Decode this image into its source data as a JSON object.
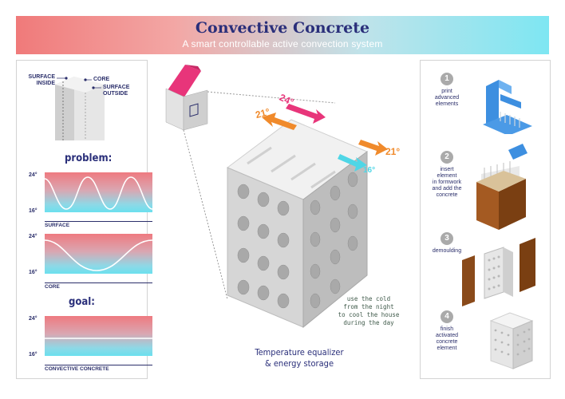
{
  "header": {
    "title": "Convective Concrete",
    "subtitle": "A smart controllable active convection system"
  },
  "left_panel": {
    "wall_labels": {
      "surface_inside": "SURFACE\nINSIDE",
      "core": "CORE",
      "surface_outside": "SURFACE\nOUTSIDE"
    },
    "problem_heading": "problem:",
    "goal_heading": "goal:",
    "graphs": [
      {
        "top_tick": "24°",
        "bottom_tick": "16°",
        "caption": "SURFACE"
      },
      {
        "top_tick": "24°",
        "bottom_tick": "16°",
        "caption": "CORE"
      },
      {
        "top_tick": "24°",
        "bottom_tick": "16°",
        "caption": "CONVECTIVE CONCRETE"
      }
    ]
  },
  "center": {
    "temps": {
      "t24": "24°",
      "t21_left": "21°",
      "t21_right": "21°",
      "t16": "16°"
    },
    "note": "use the cold\nfrom the night\nto cool the house\nduring the day",
    "caption_line1": "Temperature equalizer",
    "caption_line2": "& energy storage"
  },
  "right_panel": {
    "steps": [
      {
        "num": "1",
        "text": "print\nadvanced\nelements"
      },
      {
        "num": "2",
        "text": "insert\nelement\nin formwork\nand add the\nconcrete"
      },
      {
        "num": "3",
        "text": "demoulding"
      },
      {
        "num": "4",
        "text": "finish\nactivated\nconcrete\nelement"
      }
    ]
  },
  "colors": {
    "navy": "#2a2f7a",
    "hot": "#ef7a80",
    "cold": "#6be0ee",
    "orange": "#f08a2b",
    "magenta": "#e8357a",
    "cyan": "#4fd6e6"
  }
}
